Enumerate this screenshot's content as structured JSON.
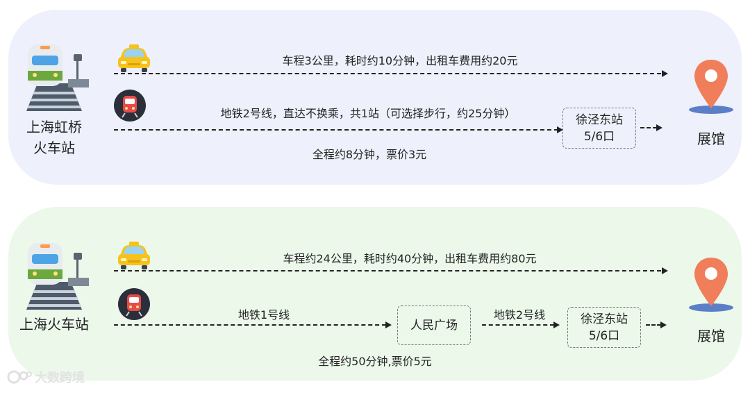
{
  "route1": {
    "origin": [
      "上海虹桥",
      "火车站"
    ],
    "taxi_text": "车程3公里，耗时约10分钟，出租车费用约20元",
    "metro_text": "地铁2号线，直达不换乘，共1站（可选择步行，约25分钟）",
    "transfer_box": [
      "徐泾东站",
      "5/6口"
    ],
    "summary": "全程约8分钟，票价3元",
    "destination": "展馆"
  },
  "route2": {
    "origin": "上海火车站",
    "taxi_text": "车程约24公里，耗时约40分钟，出租车费用约80元",
    "metro_leg1": "地铁1号线",
    "box1": "人民广场",
    "metro_leg2": "地铁2号线",
    "box2": [
      "徐泾东站",
      "5/6口"
    ],
    "summary": "全程约50分钟,票价5元",
    "destination": "展馆"
  },
  "watermark": "大数跨境",
  "colors": {
    "panel1_bg": "#eef0fb",
    "panel2_bg": "#ebf8ea",
    "pin": "#f07e5a",
    "taxi": "#f6c21c",
    "metro_circle": "#2b2f3a"
  },
  "icons": [
    "train-icon",
    "taxi-icon",
    "metro-icon",
    "location-pin-icon"
  ]
}
